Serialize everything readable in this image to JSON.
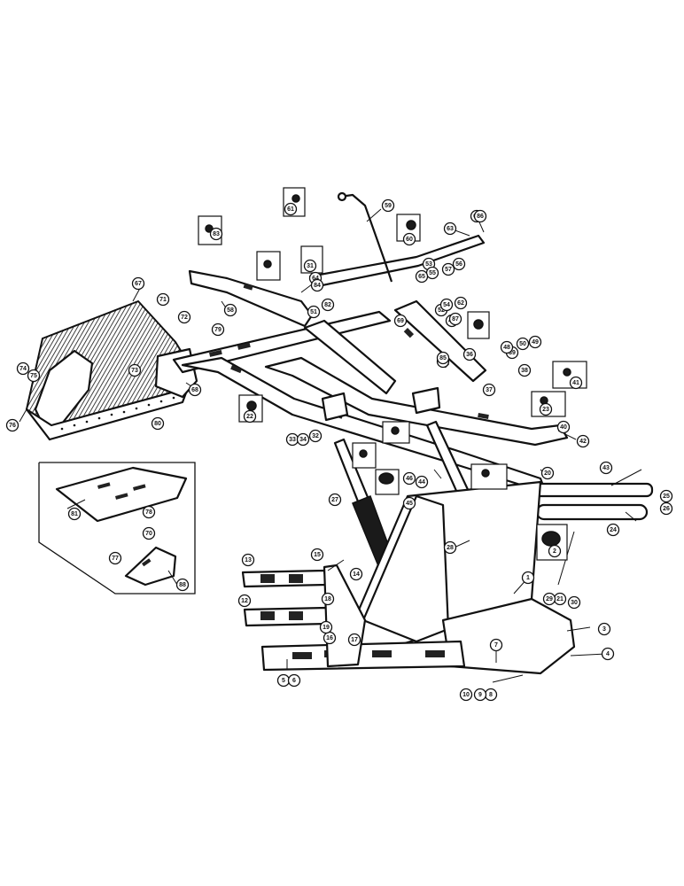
{
  "callouts": [
    "1",
    "2",
    "3",
    "4",
    "5",
    "6",
    "7",
    "8",
    "9",
    "10",
    "12",
    "13",
    "15",
    "16",
    "17",
    "18",
    "19",
    "20",
    "21",
    "22",
    "23",
    "24",
    "25",
    "26",
    "27",
    "28",
    "29",
    "30",
    "31",
    "32",
    "33",
    "34",
    "35",
    "36",
    "37",
    "38",
    "39",
    "40",
    "41",
    "42",
    "43",
    "44",
    "45",
    "46",
    "47",
    "48",
    "49",
    "50",
    "51",
    "52",
    "53",
    "54",
    "55",
    "56",
    "57",
    "58",
    "59",
    "60",
    "61",
    "62",
    "63",
    "64",
    "65",
    "66",
    "67",
    "68",
    "69",
    "70",
    "71",
    "72",
    "73",
    "74",
    "75",
    "76",
    "77",
    "78",
    "79",
    "80",
    "81",
    "82",
    "83",
    "84",
    "85",
    "86",
    "87",
    "88"
  ],
  "labels": {
    "c1": "1",
    "c2": "2",
    "c3": "3",
    "c4": "4",
    "c5": "5",
    "c6": "6",
    "c7": "7",
    "c8": "8",
    "c9": "9",
    "c10": "10",
    "c12": "12",
    "c13": "13",
    "c14": "14",
    "c15": "15",
    "c16": "16",
    "c17": "17",
    "c18": "18",
    "c19": "19",
    "c20": "20",
    "c21": "21",
    "c22": "22",
    "c23": "23",
    "c24": "24",
    "c25": "25",
    "c26": "26",
    "c27": "27",
    "c28": "28",
    "c29": "29",
    "c30": "30",
    "c31": "31",
    "c32": "32",
    "c33": "33",
    "c34": "34",
    "c35": "35",
    "c36": "36",
    "c37": "37",
    "c38": "38",
    "c39": "39",
    "c40": "40",
    "c41": "41",
    "c42": "42",
    "c43": "43",
    "c44": "44",
    "c45": "45",
    "c46": "46",
    "c47": "47",
    "c48": "48",
    "c49": "49",
    "c50": "50",
    "c51": "51",
    "c52": "52",
    "c53": "53",
    "c54": "54",
    "c55": "55",
    "c56": "56",
    "c57": "57",
    "c58": "58",
    "c59": "59",
    "c60": "60",
    "c61": "61",
    "c62": "62",
    "c63": "63",
    "c64": "64",
    "c65": "65",
    "c66": "66",
    "c67": "67",
    "c68": "68",
    "c69": "69",
    "c70": "70",
    "c71": "71",
    "c72": "72",
    "c73": "73",
    "c74": "74",
    "c75": "75",
    "c76": "76",
    "c77": "77",
    "c78": "78",
    "c79": "79",
    "c80": "80",
    "c81": "81",
    "c82": "82",
    "c83": "83",
    "c84": "84",
    "c85": "85",
    "c86": "86",
    "c87": "87",
    "c88": "88"
  }
}
